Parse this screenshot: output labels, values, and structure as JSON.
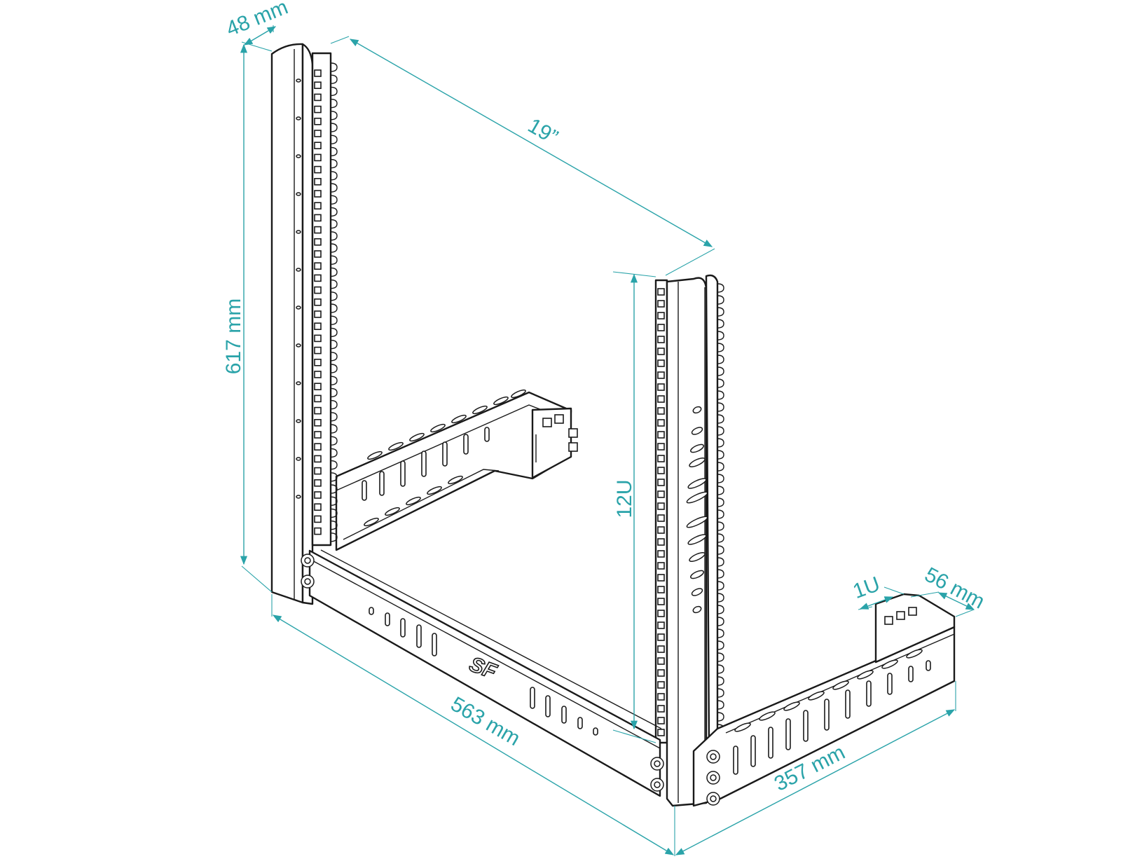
{
  "colors": {
    "accent": "#2aa3a9",
    "ink": "#1a1a1a"
  },
  "logo": {
    "text": "SF"
  },
  "dimensions": {
    "width_top": "48 mm",
    "height": "617 mm",
    "rack_width": "19”",
    "units": "12U",
    "depth": "563 mm",
    "foot": "357 mm",
    "unit": "1U",
    "foot_width": "56 mm"
  }
}
